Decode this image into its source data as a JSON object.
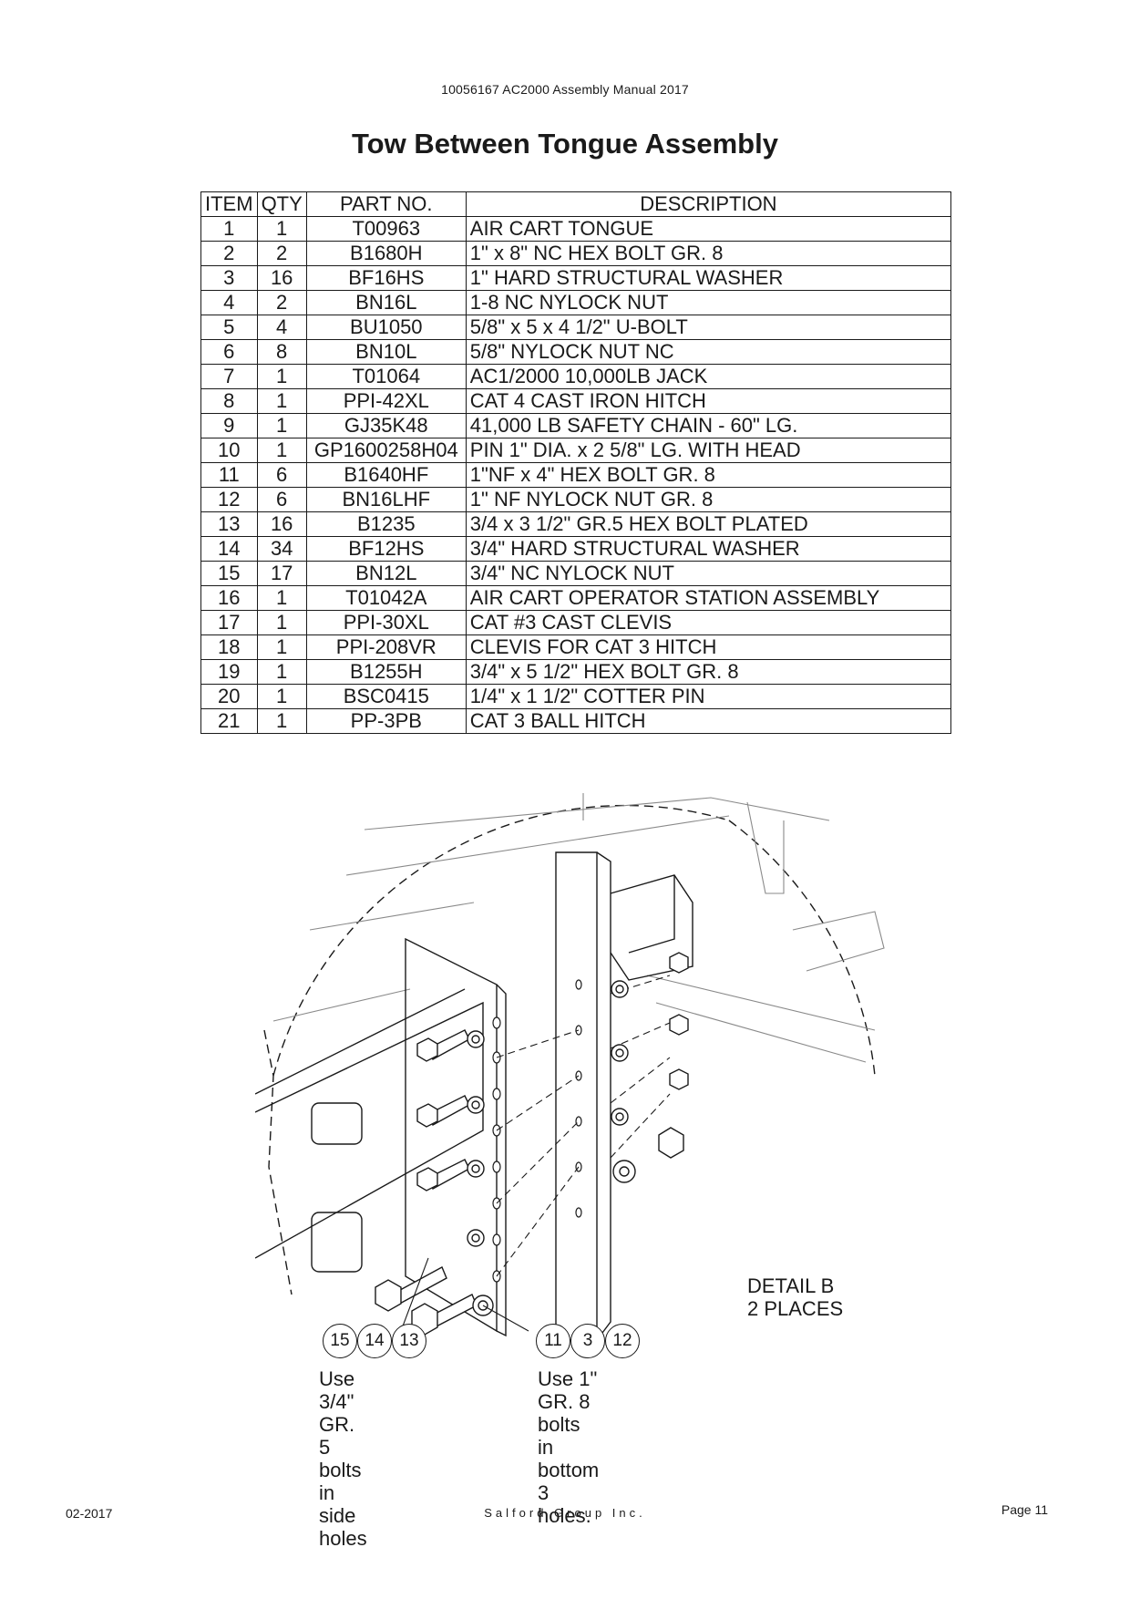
{
  "header": {
    "doc_title": "10056167 AC2000 Assembly Manual 2017"
  },
  "page_title": "Tow Between Tongue Assembly",
  "table": {
    "columns": [
      "ITEM",
      "QTY",
      "PART NO.",
      "DESCRIPTION"
    ],
    "rows": [
      [
        "1",
        "1",
        "T00963",
        "AIR CART TONGUE"
      ],
      [
        "2",
        "2",
        "B1680H",
        "1\" x 8\" NC HEX BOLT GR. 8"
      ],
      [
        "3",
        "16",
        "BF16HS",
        "1\" HARD STRUCTURAL WASHER"
      ],
      [
        "4",
        "2",
        "BN16L",
        "1-8 NC NYLOCK NUT"
      ],
      [
        "5",
        "4",
        "BU1050",
        "5/8\" x 5 x 4 1/2\" U-BOLT"
      ],
      [
        "6",
        "8",
        "BN10L",
        "5/8\" NYLOCK NUT NC"
      ],
      [
        "7",
        "1",
        "T01064",
        "AC1/2000 10,000LB JACK"
      ],
      [
        "8",
        "1",
        "PPI-42XL",
        "CAT 4 CAST IRON HITCH"
      ],
      [
        "9",
        "1",
        "GJ35K48",
        "41,000 LB SAFETY CHAIN - 60\" LG."
      ],
      [
        "10",
        "1",
        "GP1600258H04",
        "PIN 1\" DIA. x 2 5/8\" LG. WITH HEAD"
      ],
      [
        "11",
        "6",
        "B1640HF",
        "1\"NF x 4\" HEX BOLT GR. 8"
      ],
      [
        "12",
        "6",
        "BN16LHF",
        "1\" NF NYLOCK NUT GR. 8"
      ],
      [
        "13",
        "16",
        "B1235",
        "3/4 x 3 1/2\" GR.5 HEX BOLT PLATED"
      ],
      [
        "14",
        "34",
        "BF12HS",
        "3/4\" HARD STRUCTURAL WASHER"
      ],
      [
        "15",
        "17",
        "BN12L",
        "3/4\" NC NYLOCK NUT"
      ],
      [
        "16",
        "1",
        "T01042A",
        "AIR CART OPERATOR STATION ASSEMBLY"
      ],
      [
        "17",
        "1",
        "PPI-30XL",
        "CAT #3 CAST CLEVIS"
      ],
      [
        "18",
        "1",
        "PPI-208VR",
        "CLEVIS FOR CAT 3 HITCH"
      ],
      [
        "19",
        "1",
        "B1255H",
        "3/4\" x 5 1/2\" HEX BOLT GR. 8"
      ],
      [
        "20",
        "1",
        "BSC0415",
        "1/4\" x 1 1/2\" COTTER PIN"
      ],
      [
        "21",
        "1",
        "PP-3PB",
        "CAT 3 BALL HITCH"
      ]
    ]
  },
  "diagram": {
    "detail_line1": "DETAIL B",
    "detail_line2": "2 PLACES",
    "callouts_left": [
      "15",
      "14",
      "13"
    ],
    "callouts_right": [
      "11",
      "3",
      "12"
    ],
    "note_left_line1": "Use 3/4\" GR. 5",
    "note_left_line2": "bolts in side holes",
    "note_right_line1": "Use 1\" GR. 8 bolts",
    "note_right_line2": "in bottom 3 holes."
  },
  "footer": {
    "date": "02-2017",
    "company": "Salford Group Inc.",
    "page": "Page 11"
  }
}
